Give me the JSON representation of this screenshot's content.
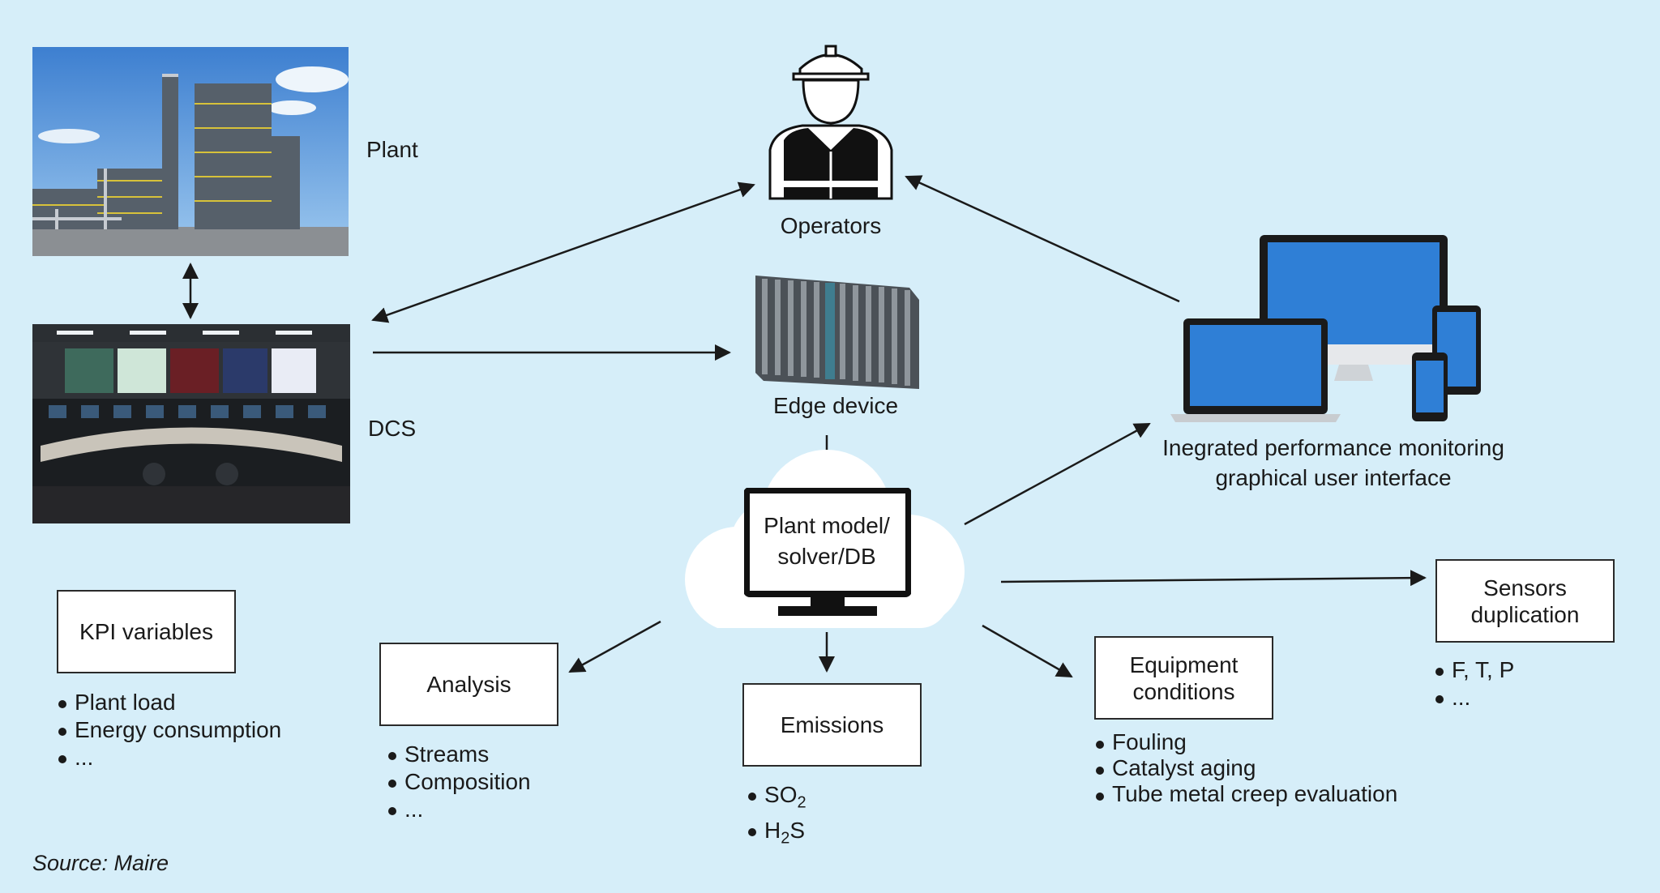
{
  "nodes": {
    "plant": "Plant",
    "dcs": "DCS",
    "operators": "Operators",
    "edge_device": "Edge device",
    "gui": [
      "Inegrated performance monitoring",
      "graphical user interface"
    ],
    "plant_model": [
      "Plant model/",
      "solver/DB"
    ]
  },
  "boxes": {
    "kpi": "KPI variables",
    "analysis": "Analysis",
    "emissions": "Emissions",
    "equipment": [
      "Equipment",
      "conditions"
    ],
    "sensors": [
      "Sensors",
      "duplication"
    ]
  },
  "bullets": {
    "kpi": [
      "Plant load",
      "Energy consumption",
      "..."
    ],
    "analysis": [
      "Streams",
      "Composition",
      "..."
    ],
    "emissions": [
      "SO2",
      "H2S"
    ],
    "equipment": [
      "Fouling",
      "Catalyst aging",
      "Tube metal creep evaluation"
    ],
    "sensors": [
      "F, T, P",
      "..."
    ]
  },
  "source": "Source: Maire",
  "colors": {
    "background": "#d6eef9",
    "screen_blue": "#2f7fd6",
    "dark": "#1a1a1a"
  }
}
